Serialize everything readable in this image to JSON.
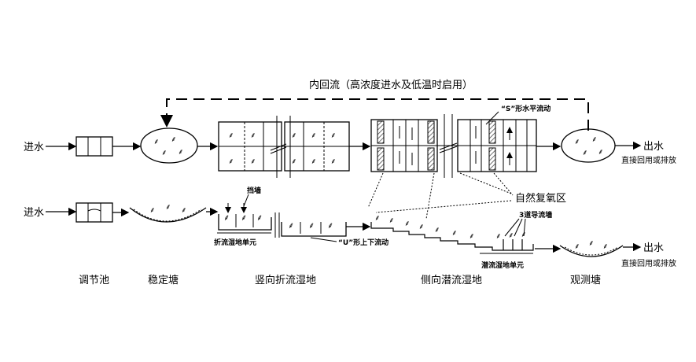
{
  "top": {
    "recycle_label": "内回流（高浓度进水及低温时启用）",
    "inlet": "进水",
    "outlet": "出水",
    "outlet_note": "直接回用或排放",
    "s_flow": "“S”形水平流动"
  },
  "bottom": {
    "inlet": "进水",
    "outlet": "出水",
    "outlet_note": "直接回用或排放",
    "baffle_wall": "挡墙",
    "baffle_unit": "折流湿地单元",
    "u_flow": "“U”形上下流动",
    "guide_walls": "3道导流墙",
    "subsurface_unit": "潜流湿地单元"
  },
  "shared": {
    "aeration_zone": "自然复氧区"
  },
  "captions": [
    "调节池",
    "稳定塘",
    "竖向折流湿地",
    "侧向潜流湿地",
    "观测塘"
  ],
  "colors": {
    "line": "#000000",
    "hatch": "#444444"
  }
}
